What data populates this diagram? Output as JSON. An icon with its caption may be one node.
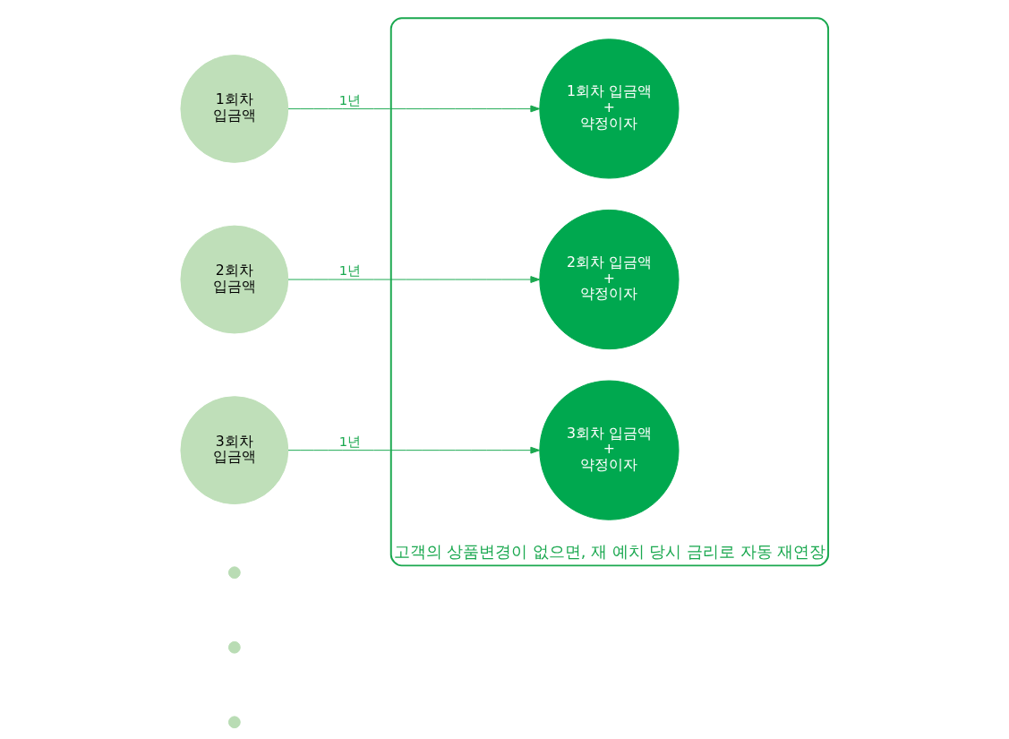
{
  "diagram": {
    "nodes": [
      {
        "text": [
          "1회차 입금액"
        ]
      },
      {
        "text": [
          "2회차 입금액"
        ]
      },
      {
        "text": [
          "3회차 입금액"
        ]
      },
      {
        "text": [],
        "shape": "circle"
      },
      {
        "text": [],
        "shape": "circle"
      },
      {
        "text": [],
        "shape": "circle"
      },
      {
        "text": [
          "고객의 상품변경이 없으면, 재 예치 당시 금리로 자동 재연장"
        ]
      },
      {
        "text": [
          "1회차 입금액 + 약정이자"
        ],
        "in": 6
      },
      {
        "text": [
          "2회차 입금액 + 약정이자"
        ],
        "in": 6
      },
      {
        "text": [
          "3회차 입금액 + 약정이자"
        ],
        "in": 6
      }
    ],
    "edges": [
      {
        "from": 0,
        "to": 7,
        "arrow": "to",
        "label": "1년"
      },
      {
        "from": 1,
        "to": 8,
        "arrow": "to",
        "label": "1년"
      },
      {
        "from": 2,
        "to": 9,
        "arrow": "to",
        "label": "1년"
      }
    ]
  }
}
